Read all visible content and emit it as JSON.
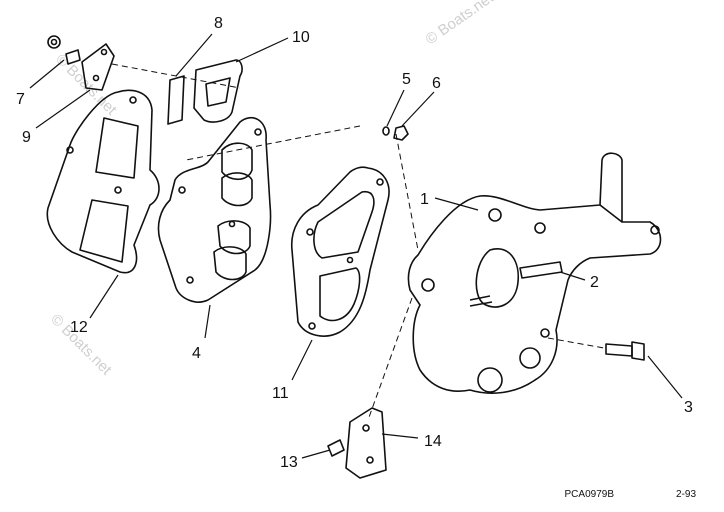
{
  "diagram": {
    "callouts": [
      {
        "id": "1",
        "text": "1"
      },
      {
        "id": "2",
        "text": "2"
      },
      {
        "id": "3",
        "text": "3"
      },
      {
        "id": "4",
        "text": "4"
      },
      {
        "id": "5",
        "text": "5"
      },
      {
        "id": "6",
        "text": "6"
      },
      {
        "id": "7",
        "text": "7"
      },
      {
        "id": "8",
        "text": "8"
      },
      {
        "id": "9",
        "text": "9"
      },
      {
        "id": "10",
        "text": "10"
      },
      {
        "id": "11",
        "text": "11"
      },
      {
        "id": "12",
        "text": "12"
      },
      {
        "id": "13",
        "text": "13"
      },
      {
        "id": "14",
        "text": "14"
      }
    ],
    "drawing_code": "PCA0979B",
    "drawing_date": "2-93",
    "watermark": "© Boats.net"
  },
  "colors": {
    "ink": "#111111",
    "watermark": "#cfcfcf",
    "background": "#ffffff"
  }
}
